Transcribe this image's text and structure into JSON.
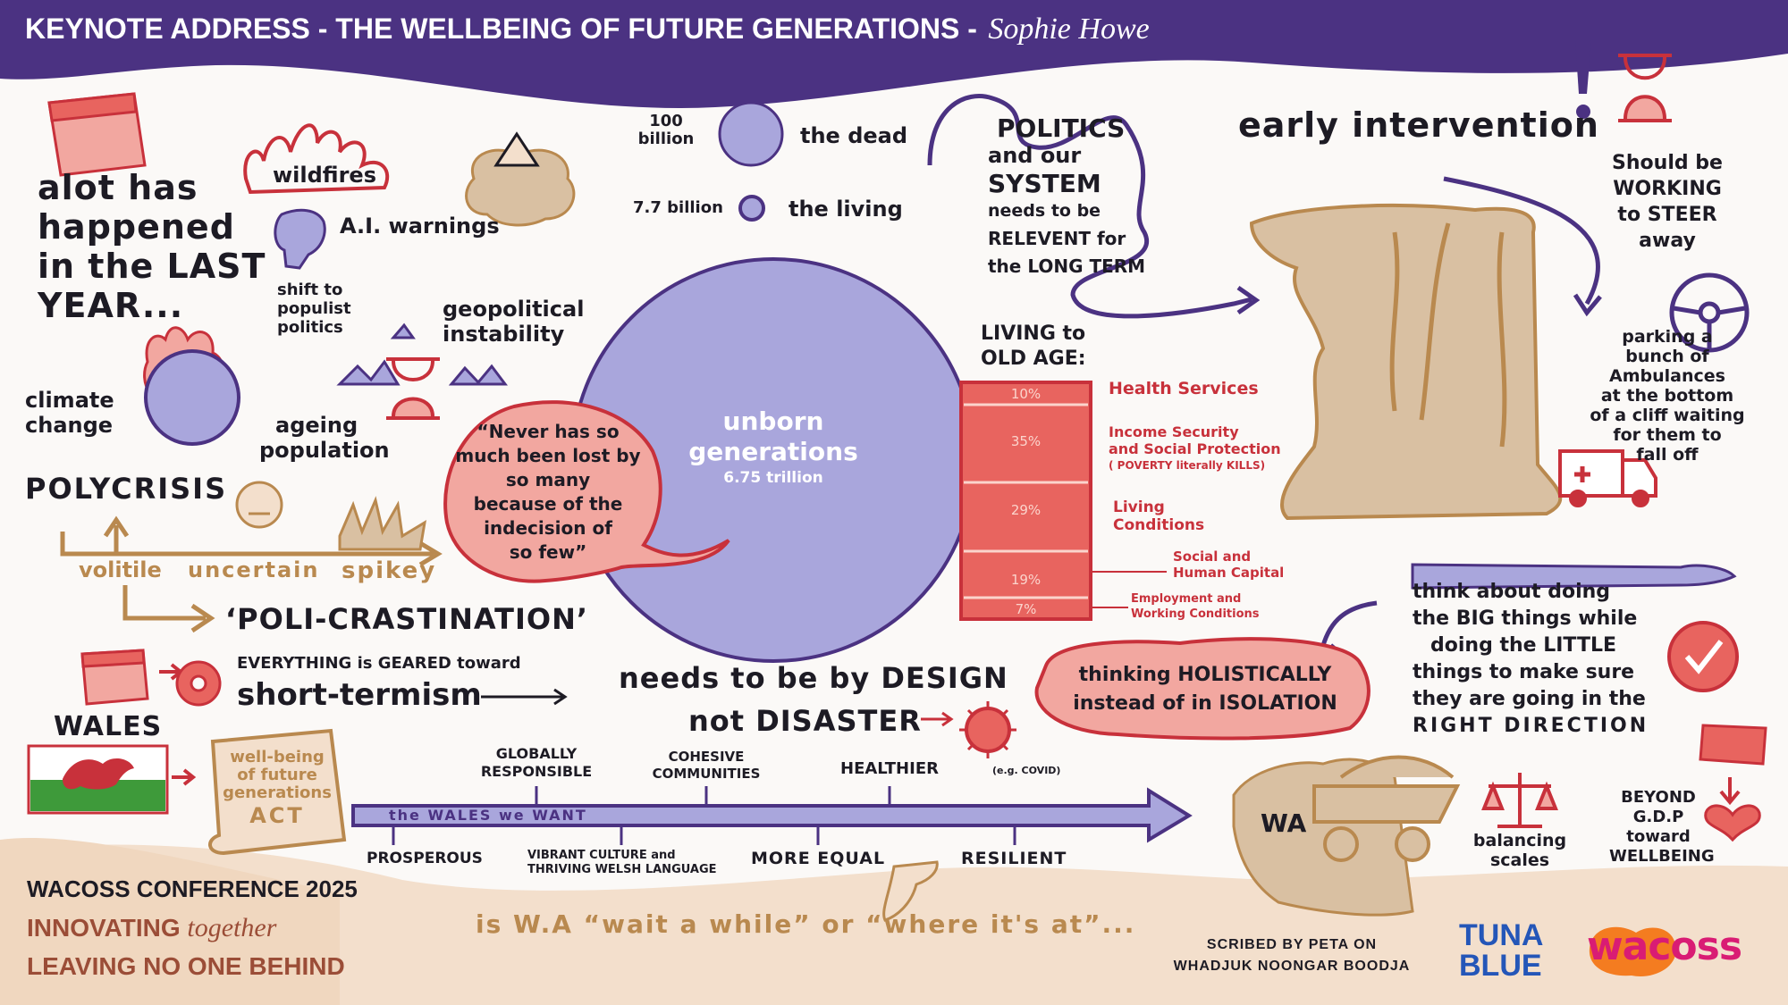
{
  "header": {
    "title": "KEYNOTE ADDRESS - THE WELLBEING OF FUTURE GENERATIONS -",
    "speaker": "Sophie Howe"
  },
  "left": {
    "intro_l1": "alot has",
    "intro_l2": "happened",
    "intro_l3": "in the LAST",
    "intro_l4": "YEAR...",
    "wildfires": "wildfires",
    "ai_warnings": "A.I. warnings",
    "populist_l1": "shift to",
    "populist_l2": "populist",
    "populist_l3": "politics",
    "geopolitical_l1": "geopolitical",
    "geopolitical_l2": "instability",
    "climate_l1": "climate",
    "climate_l2": "change",
    "ageing_l1": "ageing",
    "ageing_l2": "population",
    "polycrisis": "POLYCRISIS",
    "volatile": "volitile",
    "uncertain": "uncertain",
    "spikey": "spikey",
    "policrastination": "‘POLI-CRASTINATION’",
    "everything": "EVERYTHING is GEARED toward",
    "short_termism": "short-termism",
    "wales": "WALES",
    "act_l1": "well-being",
    "act_l2": "of future",
    "act_l3": "generations",
    "act_l4": "ACT"
  },
  "center": {
    "dead_count_l1": "100",
    "dead_count_l2": "billion",
    "dead_label": "the dead",
    "living_count": "7.7 billion",
    "living_label": "the living",
    "unborn_l1": "unborn",
    "unborn_l2": "generations",
    "unborn_count": "6.75 trillion",
    "quote_l1": "“Never has so",
    "quote_l2": "much been lost by",
    "quote_l3": "so many",
    "quote_l4": "because of the",
    "quote_l5": "indecision of",
    "quote_l6": "so few”",
    "design_l1": "needs to be by DESIGN",
    "design_l2": "not DISASTER",
    "covid": "(e.g. COVID)"
  },
  "politics": {
    "l1": "POLITICS",
    "l2": "and our",
    "l3": "SYSTEM",
    "l4": "needs to be",
    "l5": "RELEVENT for",
    "l6": "the LONG TERM"
  },
  "living_old_age": {
    "title_l1": "LIVING to",
    "title_l2": "OLD AGE:",
    "rows": [
      {
        "pct": "10%",
        "pct_value": 10,
        "label_l1": "Health Services",
        "label_l2": "",
        "label_l3": ""
      },
      {
        "pct": "35%",
        "pct_value": 35,
        "label_l1": "Income Security",
        "label_l2": "and Social Protection",
        "label_l3": "( POVERTY literally KILLS)"
      },
      {
        "pct": "29%",
        "pct_value": 29,
        "label_l1": "Living",
        "label_l2": "Conditions",
        "label_l3": ""
      },
      {
        "pct": "19%",
        "pct_value": 19,
        "label_l1": "Social and",
        "label_l2": "Human Capital",
        "label_l3": ""
      },
      {
        "pct": "7%",
        "pct_value": 7,
        "label_l1": "Employment and",
        "label_l2": "Working Conditions",
        "label_l3": ""
      }
    ]
  },
  "right": {
    "early_intervention": "early intervention",
    "steer_l1": "Should be",
    "steer_l2": "WORKING",
    "steer_l3": "to STEER",
    "steer_l4": "away",
    "ambulance_l1": "parking a",
    "ambulance_l2": "bunch of",
    "ambulance_l3": "Ambulances",
    "ambulance_l4": "at the bottom",
    "ambulance_l5": "of a cliff waiting",
    "ambulance_l6": "for them to",
    "ambulance_l7": "fall off",
    "holistic_l1": "thinking HOLISTICALLY",
    "holistic_l2": "instead of in ISOLATION",
    "big_l1": "think about doing",
    "big_l2": "the BIG things while",
    "big_l3": "doing the LITTLE",
    "big_l4": "things to make sure",
    "big_l5": "they are going in the",
    "big_l6": "RIGHT DIRECTION",
    "wa": "WA",
    "scales_l1": "balancing",
    "scales_l2": "scales",
    "gdp_l1": "BEYOND",
    "gdp_l2": "G.D.P",
    "gdp_l3": "toward",
    "gdp_l4": "WELLBEING"
  },
  "timeline": {
    "arrow_label": "the WALES we WANT",
    "top_goals": [
      "GLOBALLY RESPONSIBLE",
      "COHESIVE COMMUNITIES",
      "HEALTHIER"
    ],
    "bottom_goals": [
      "PROSPEROUS",
      "VIBRANT CULTURE and THRIVING WELSH LANGUAGE",
      "MORE EQUAL",
      "RESILIENT"
    ],
    "wa_question": "is W.A “wait a while” or “where it's at”..."
  },
  "footer": {
    "conf_l1": "WACOSS CONFERENCE 2025",
    "conf_l2a": "INNOVATING",
    "conf_l2b": "together",
    "conf_l3": "LEAVING NO ONE BEHIND",
    "scribe_l1": "SCRIBED BY PETA ON",
    "scribe_l2": "WHADJUK NOONGAR BOODJA",
    "tuna_l1": "TUNA",
    "tuna_l2": "BLUE",
    "wacoss": "wacoss"
  },
  "colors": {
    "purple": "#4b3282",
    "lilac": "#a9a6dc",
    "red": "#c8313b",
    "salmon": "#f2a7a0",
    "tan": "#d9c0a2",
    "brown": "#b9894f",
    "blue": "#2456b8",
    "orange": "#f47c20",
    "magenta": "#d91c74"
  }
}
